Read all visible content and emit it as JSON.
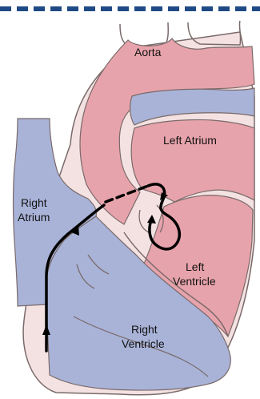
{
  "diagram": {
    "labels": {
      "aorta": "Aorta",
      "left_atrium": "Left Atrium",
      "right_atrium_line1": "Right",
      "right_atrium_line2": "Atrium",
      "left_ventricle_line1": "Left",
      "left_ventricle_line2": "Ventricle",
      "right_ventricle_line1": "Right",
      "right_ventricle_line2": "Ventricle"
    },
    "colors": {
      "oxygenated_red": "#e7a3ab",
      "deoxygenated_blue": "#a9b3d8",
      "tissue_pink": "#f4e2e2",
      "outline": "#7a6a6a",
      "header_dash": "#1f4a85",
      "flow_arrow": "#000000"
    }
  }
}
